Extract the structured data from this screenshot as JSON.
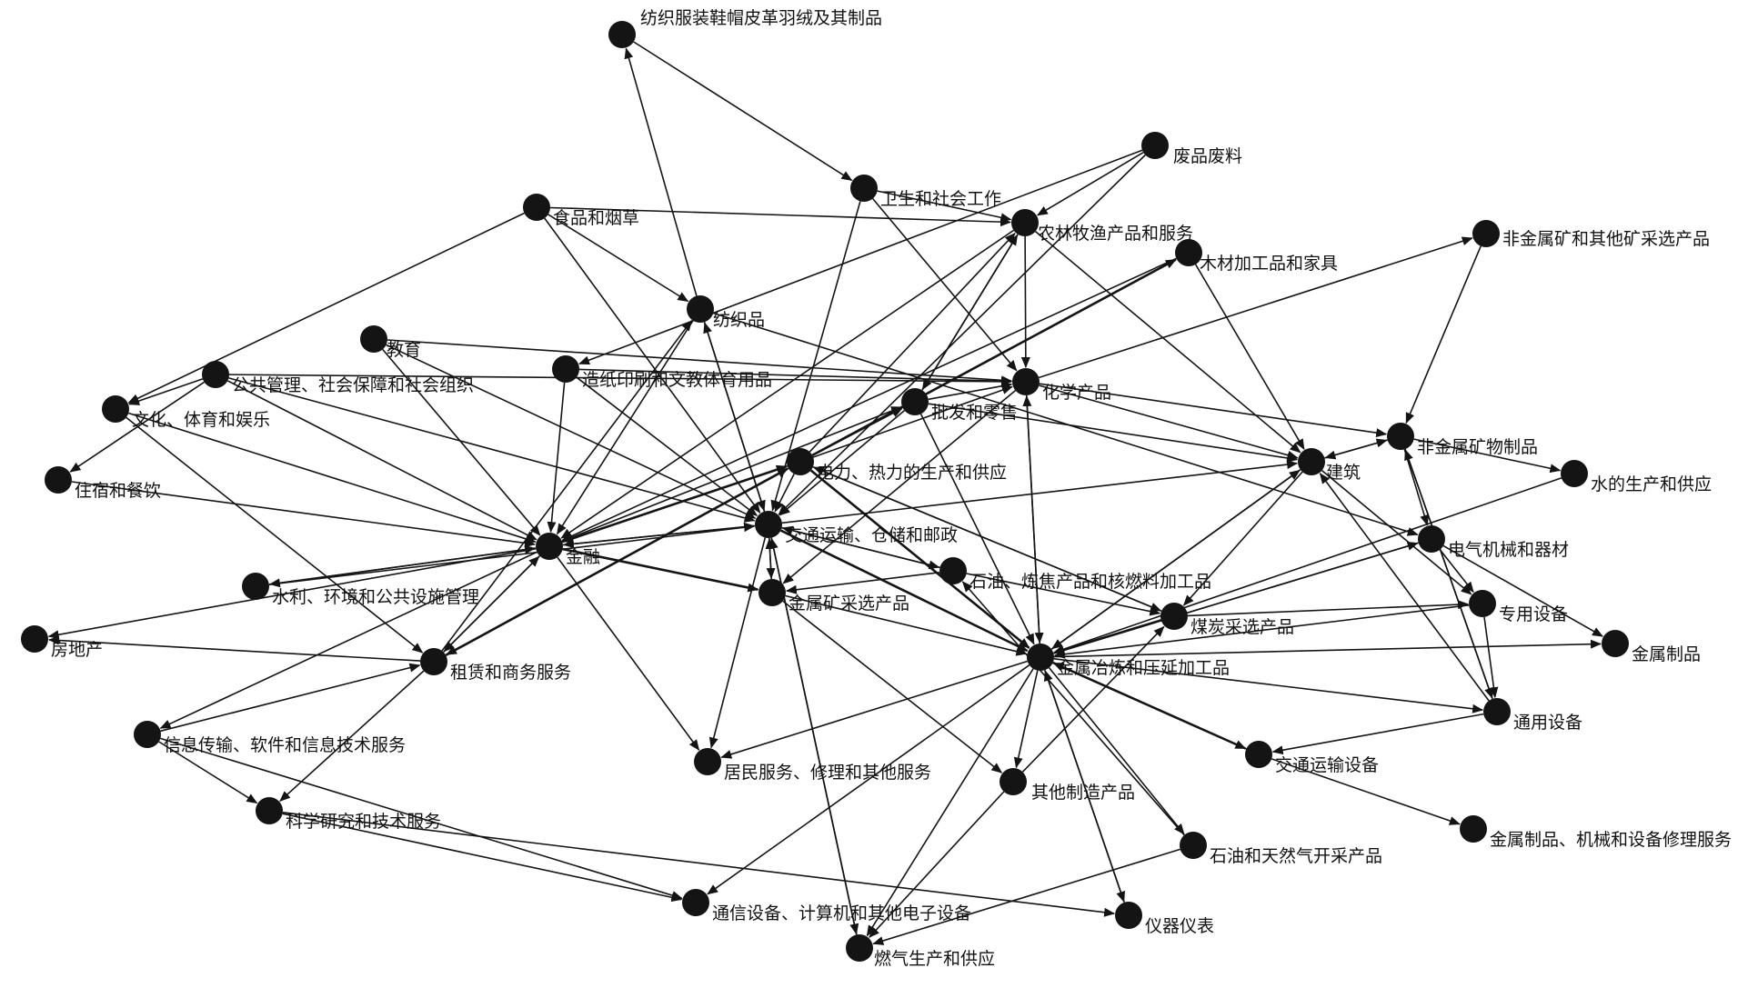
{
  "colors": {
    "node": "#141414",
    "edge": "#141414",
    "background": "#ffffff"
  },
  "nodes": [
    {
      "id": "textile_apparel",
      "label": "纺织服装鞋帽皮革羽绒及其制品"
    },
    {
      "id": "waste",
      "label": "废品废料"
    },
    {
      "id": "health",
      "label": "卫生和社会工作"
    },
    {
      "id": "food",
      "label": "食品和烟草"
    },
    {
      "id": "agri",
      "label": "农林牧渔产品和服务"
    },
    {
      "id": "wood",
      "label": "木材加工品和家具"
    },
    {
      "id": "nonmetal_mining",
      "label": "非金属矿和其他矿采选产品"
    },
    {
      "id": "textile",
      "label": "纺织品"
    },
    {
      "id": "education",
      "label": "教育"
    },
    {
      "id": "paper",
      "label": "造纸印刷和文教体育用品"
    },
    {
      "id": "public_admin",
      "label": "公共管理、社会保障和社会组织"
    },
    {
      "id": "chemical",
      "label": "化学产品"
    },
    {
      "id": "culture",
      "label": "文化、体育和娱乐"
    },
    {
      "id": "wholesale",
      "label": "批发和零售"
    },
    {
      "id": "nonmetal_products",
      "label": "非金属矿物制品"
    },
    {
      "id": "hotel",
      "label": "住宿和餐饮"
    },
    {
      "id": "power",
      "label": "电力、热力的生产和供应"
    },
    {
      "id": "construction",
      "label": "建筑"
    },
    {
      "id": "water",
      "label": "水的生产和供应"
    },
    {
      "id": "transport",
      "label": "交通运输、仓储和邮政"
    },
    {
      "id": "finance",
      "label": "金融"
    },
    {
      "id": "electrical",
      "label": "电气机械和器材"
    },
    {
      "id": "petroleum",
      "label": "石油、炼焦产品和核燃料加工品"
    },
    {
      "id": "water_env",
      "label": "水利、环境和公共设施管理"
    },
    {
      "id": "metal_mining",
      "label": "金属矿采选产品"
    },
    {
      "id": "coal",
      "label": "煤炭采选产品"
    },
    {
      "id": "special_equip",
      "label": "专用设备"
    },
    {
      "id": "real_estate",
      "label": "房地产"
    },
    {
      "id": "metal_products",
      "label": "金属制品"
    },
    {
      "id": "metallurgy",
      "label": "金属冶炼和压延加工品"
    },
    {
      "id": "leasing",
      "label": "租赁和商务服务"
    },
    {
      "id": "general_equip",
      "label": "通用设备"
    },
    {
      "id": "it",
      "label": "信息传输、软件和信息技术服务"
    },
    {
      "id": "transport_equip",
      "label": "交通运输设备"
    },
    {
      "id": "resident",
      "label": "居民服务、修理和其他服务"
    },
    {
      "id": "other_mfg",
      "label": "其他制造产品"
    },
    {
      "id": "repair",
      "label": "金属制品、机械和设备修理服务"
    },
    {
      "id": "research",
      "label": "科学研究和技术服务"
    },
    {
      "id": "oil_gas",
      "label": "石油和天然气开采产品"
    },
    {
      "id": "telecom",
      "label": "通信设备、计算机和其他电子设备"
    },
    {
      "id": "instruments",
      "label": "仪器仪表"
    },
    {
      "id": "gas",
      "label": "燃气生产和供应"
    }
  ],
  "edges": [
    [
      "textile",
      "textile_apparel"
    ],
    [
      "textile_apparel",
      "health"
    ],
    [
      "textile",
      "transport"
    ],
    [
      "waste",
      "paper"
    ],
    [
      "waste",
      "agri"
    ],
    [
      "waste",
      "transport"
    ],
    [
      "health",
      "chemical"
    ],
    [
      "health",
      "transport"
    ],
    [
      "health",
      "agri"
    ],
    [
      "food",
      "agri"
    ],
    [
      "food",
      "textile"
    ],
    [
      "food",
      "transport"
    ],
    [
      "food",
      "culture"
    ],
    [
      "agri",
      "finance"
    ],
    [
      "agri",
      "construction"
    ],
    [
      "agri",
      "chemical"
    ],
    [
      "agri",
      "wholesale"
    ],
    [
      "wood",
      "construction"
    ],
    [
      "wood",
      "finance"
    ],
    [
      "power",
      "wood"
    ],
    [
      "nonmetal_mining",
      "nonmetal_products"
    ],
    [
      "chemical",
      "nonmetal_mining"
    ],
    [
      "textile",
      "electrical"
    ],
    [
      "textile",
      "finance"
    ],
    [
      "transport",
      "textile"
    ],
    [
      "education",
      "finance"
    ],
    [
      "education",
      "chemical"
    ],
    [
      "education",
      "transport"
    ],
    [
      "paper",
      "finance"
    ],
    [
      "paper",
      "chemical"
    ],
    [
      "paper",
      "transport"
    ],
    [
      "public_admin",
      "culture"
    ],
    [
      "public_admin",
      "finance"
    ],
    [
      "public_admin",
      "transport"
    ],
    [
      "public_admin",
      "chemical"
    ],
    [
      "public_admin",
      "hotel"
    ],
    [
      "chemical",
      "construction"
    ],
    [
      "chemical",
      "nonmetal_products"
    ],
    [
      "chemical",
      "metal_mining"
    ],
    [
      "chemical",
      "metallurgy"
    ],
    [
      "culture",
      "finance"
    ],
    [
      "culture",
      "leasing"
    ],
    [
      "wholesale",
      "chemical"
    ],
    [
      "wholesale",
      "construction"
    ],
    [
      "wholesale",
      "metallurgy"
    ],
    [
      "wholesale",
      "transport"
    ],
    [
      "wholesale",
      "agri"
    ],
    [
      "nonmetal_products",
      "water"
    ],
    [
      "nonmetal_products",
      "construction"
    ],
    [
      "nonmetal_products",
      "general_equip"
    ],
    [
      "nonmetal_products",
      "electrical"
    ],
    [
      "hotel",
      "finance"
    ],
    [
      "power",
      "transport"
    ],
    [
      "power",
      "metallurgy"
    ],
    [
      "power",
      "finance"
    ],
    [
      "power",
      "wholesale"
    ],
    [
      "power",
      "coal"
    ],
    [
      "power",
      "chemical"
    ],
    [
      "power",
      "leasing"
    ],
    [
      "power",
      "agri"
    ],
    [
      "construction",
      "coal"
    ],
    [
      "construction",
      "metallurgy"
    ],
    [
      "construction",
      "special_equip"
    ],
    [
      "construction",
      "nonmetal_products"
    ],
    [
      "water",
      "metallurgy"
    ],
    [
      "transport",
      "metal_mining"
    ],
    [
      "transport",
      "metallurgy"
    ],
    [
      "transport",
      "finance"
    ],
    [
      "transport",
      "resident"
    ],
    [
      "transport",
      "petroleum"
    ],
    [
      "transport",
      "gas"
    ],
    [
      "transport",
      "construction"
    ],
    [
      "finance",
      "water_env"
    ],
    [
      "finance",
      "transport"
    ],
    [
      "finance",
      "wholesale"
    ],
    [
      "finance",
      "power"
    ],
    [
      "finance",
      "metal_mining"
    ],
    [
      "finance",
      "leasing"
    ],
    [
      "finance",
      "it"
    ],
    [
      "finance",
      "resident"
    ],
    [
      "finance",
      "real_estate"
    ],
    [
      "electrical",
      "metallurgy"
    ],
    [
      "electrical",
      "metal_products"
    ],
    [
      "electrical",
      "special_equip"
    ],
    [
      "petroleum",
      "metal_mining"
    ],
    [
      "petroleum",
      "coal"
    ],
    [
      "petroleum",
      "transport"
    ],
    [
      "water_env",
      "finance"
    ],
    [
      "water_env",
      "transport"
    ],
    [
      "metal_mining",
      "transport"
    ],
    [
      "metal_mining",
      "metallurgy"
    ],
    [
      "metal_mining",
      "other_mfg"
    ],
    [
      "coal",
      "metallurgy"
    ],
    [
      "coal",
      "special_equip"
    ],
    [
      "coal",
      "power"
    ],
    [
      "special_equip",
      "metallurgy"
    ],
    [
      "special_equip",
      "general_equip"
    ],
    [
      "metallurgy",
      "metal_products"
    ],
    [
      "metallurgy",
      "general_equip"
    ],
    [
      "metallurgy",
      "transport_equip"
    ],
    [
      "metallurgy",
      "other_mfg"
    ],
    [
      "metallurgy",
      "oil_gas"
    ],
    [
      "metallurgy",
      "instruments"
    ],
    [
      "metallurgy",
      "telecom"
    ],
    [
      "metallurgy",
      "gas"
    ],
    [
      "metallurgy",
      "resident"
    ],
    [
      "metallurgy",
      "construction"
    ],
    [
      "metallurgy",
      "chemical"
    ],
    [
      "metallurgy",
      "electrical"
    ],
    [
      "leasing",
      "finance"
    ],
    [
      "leasing",
      "research"
    ],
    [
      "leasing",
      "real_estate"
    ],
    [
      "leasing",
      "textile"
    ],
    [
      "leasing",
      "power"
    ],
    [
      "general_equip",
      "transport_equip"
    ],
    [
      "general_equip",
      "nonmetal_products"
    ],
    [
      "general_equip",
      "construction"
    ],
    [
      "it",
      "research"
    ],
    [
      "it",
      "telecom"
    ],
    [
      "it",
      "leasing"
    ],
    [
      "transport_equip",
      "repair"
    ],
    [
      "transport_equip",
      "metallurgy"
    ],
    [
      "other_mfg",
      "gas"
    ],
    [
      "other_mfg",
      "coal"
    ],
    [
      "research",
      "instruments"
    ],
    [
      "research",
      "telecom"
    ],
    [
      "oil_gas",
      "gas"
    ],
    [
      "oil_gas",
      "petroleum"
    ],
    [
      "gas",
      "transport"
    ],
    [
      "instruments",
      "metallurgy"
    ]
  ],
  "heavy_edges": [
    [
      "power",
      "metallurgy"
    ],
    [
      "transport",
      "metallurgy"
    ],
    [
      "finance",
      "metal_mining"
    ],
    [
      "coal",
      "metallurgy"
    ],
    [
      "metallurgy",
      "transport_equip"
    ],
    [
      "leasing",
      "power"
    ],
    [
      "finance",
      "power"
    ],
    [
      "power",
      "wood"
    ]
  ]
}
